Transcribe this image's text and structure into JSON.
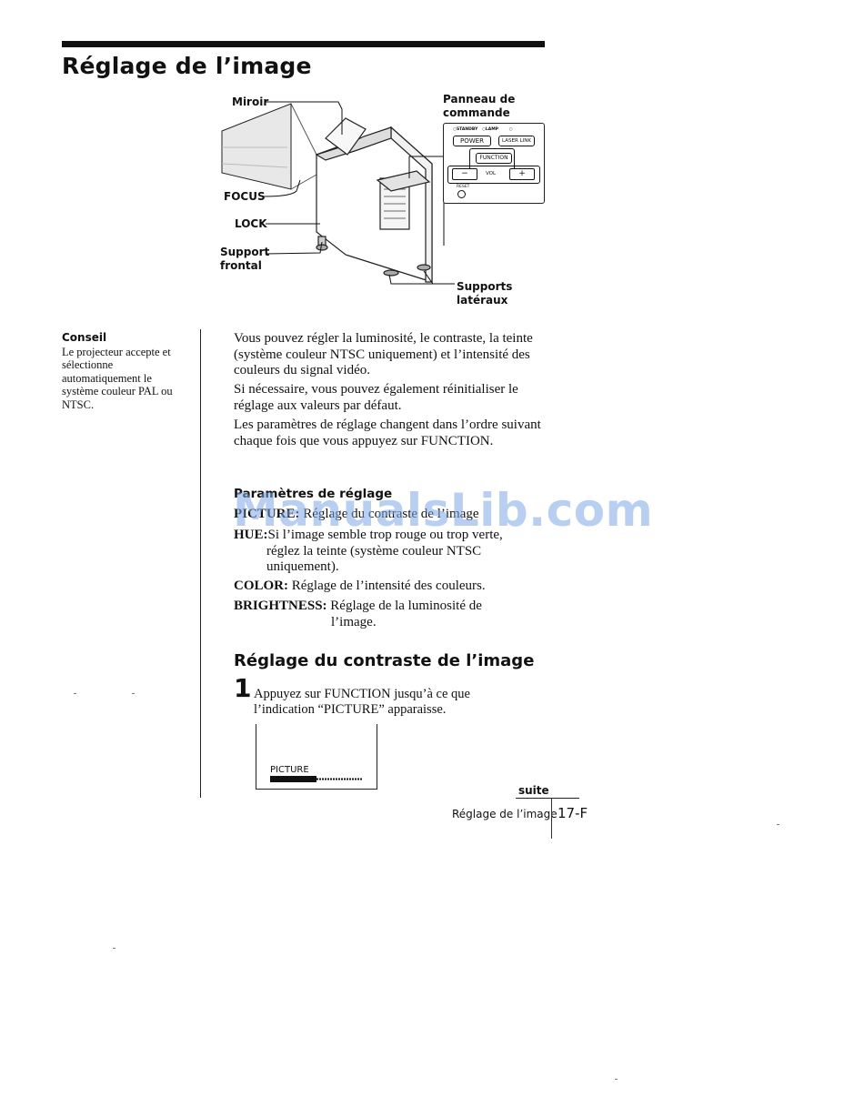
{
  "page": {
    "title": "Réglage de l’image"
  },
  "figure": {
    "callouts": {
      "miroir": "Miroir",
      "panneau": [
        "Panneau de",
        "commande"
      ],
      "focus": "FOCUS",
      "lock": "LOCK",
      "support_frontal": [
        "Support",
        "frontal"
      ],
      "supports_lateraux": [
        "Supports",
        "latéraux"
      ]
    },
    "control_panel": {
      "standby_label": "STANDBY",
      "lamp_label": "LAMP",
      "power": "POWER",
      "laser_link": "LASER LINK",
      "function": "FUNCTION",
      "vol_minus": "−",
      "vol_label": "VOL",
      "vol_plus": "+",
      "reset": "RESET"
    }
  },
  "sidebar": {
    "heading": "Conseil",
    "text": "Le projecteur accepte et sélectionne automatiquement le système couleur PAL ou NTSC."
  },
  "body": {
    "paragraphs": [
      "Vous pouvez régler la luminosité, le contraste, la teinte (système couleur NTSC uniquement) et l’intensité des couleurs du signal vidéo.",
      "Si nécessaire, vous pouvez également réinitialiser le réglage aux valeurs par défaut.",
      "Les paramètres de réglage changent dans l’ordre suivant chaque fois que vous appuyez sur FUNCTION."
    ],
    "params_heading": "Paramètres de réglage",
    "params": {
      "picture": {
        "term": "PICTURE:",
        "desc": "Réglage du contraste de l’image"
      },
      "hue": {
        "term": "HUE:",
        "desc_1": "Si l’image semble trop rouge ou trop verte,",
        "desc_2": "réglez la teinte (système couleur NTSC uniquement)."
      },
      "color": {
        "term": "COLOR:",
        "desc": "Réglage de l’intensité des couleurs."
      },
      "brightness": {
        "term": "BRIGHTNESS:",
        "desc_1": "Réglage de la luminosité de",
        "desc_2": "l’image."
      }
    },
    "section_heading": "Réglage du contraste de l’image",
    "step": {
      "number": "1",
      "text": "Appuyez sur FUNCTION jusqu’à ce que l’indication “PICTURE” apparaisse."
    },
    "osd": {
      "label": "PICTURE",
      "level": 0.5
    }
  },
  "footer": {
    "suite": "suite",
    "section": "Réglage de l’image",
    "page_number": "17-F"
  },
  "watermark": "ManualsLib.com"
}
